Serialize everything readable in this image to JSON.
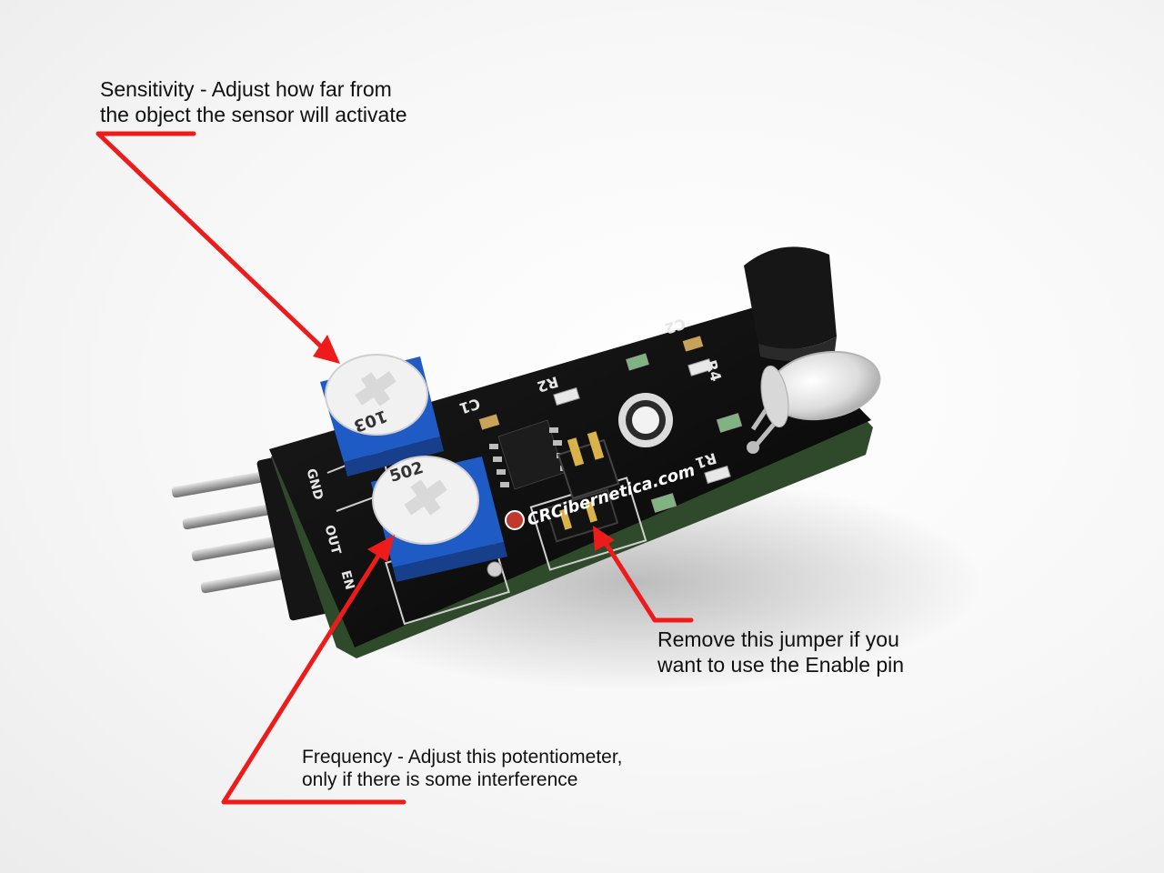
{
  "annotations": {
    "sensitivity": {
      "line1": "Sensitivity - Adjust how far from",
      "line2": "the object the sensor will activate"
    },
    "jumper": {
      "line1": "Remove this jumper if you",
      "line2": "want to use the Enable pin"
    },
    "frequency": {
      "line1": "Frequency - Adjust this potentiometer,",
      "line2": "only if there is some interference"
    }
  },
  "board": {
    "watermark": "CRCibernetica.com",
    "pot_sensitivity_code": "103",
    "pot_frequency_code": "502",
    "labels": {
      "c1": "C1",
      "c2": "C2",
      "r1": "R1",
      "r2": "R2",
      "r4": "R4",
      "pin_gnd": "GND",
      "pin_out": "OUT",
      "pin_en": "EN"
    }
  },
  "colors": {
    "arrow": "#ee1b1b",
    "pcb": "#0d0d0d",
    "potentiometer": "#1f5bc4"
  }
}
